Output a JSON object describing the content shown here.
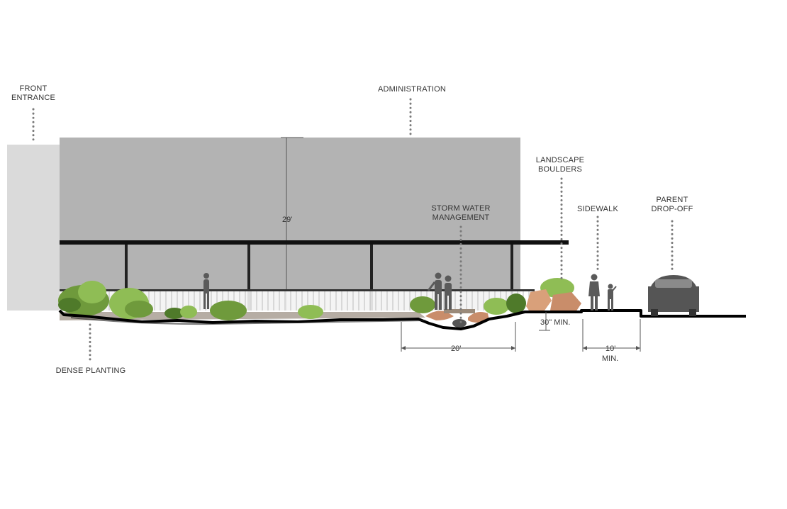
{
  "labels": {
    "front_entrance": [
      "FRONT",
      "ENTRANCE"
    ],
    "administration": "ADMINISTRATION",
    "storm_water": [
      "STORM WATER",
      "MANAGEMENT"
    ],
    "landscape_boulders": [
      "LANDSCAPE",
      "BOULDERS"
    ],
    "sidewalk": "SIDEWALK",
    "parent_dropoff": [
      "PARENT",
      "DROP-OFF"
    ],
    "dense_planting": "DENSE PLANTING"
  },
  "dimensions": {
    "height": "29'",
    "swale_width": "20'",
    "wall_height": "30\" MIN.",
    "sidewalk_width": [
      "10'",
      "MIN."
    ]
  },
  "colors": {
    "building": "#b3b3b3",
    "entrance": "#dadada",
    "structure": "#111111",
    "plants": "#6f9a3c",
    "boulders": "#d9a07a",
    "people": "#5a5a5a"
  }
}
